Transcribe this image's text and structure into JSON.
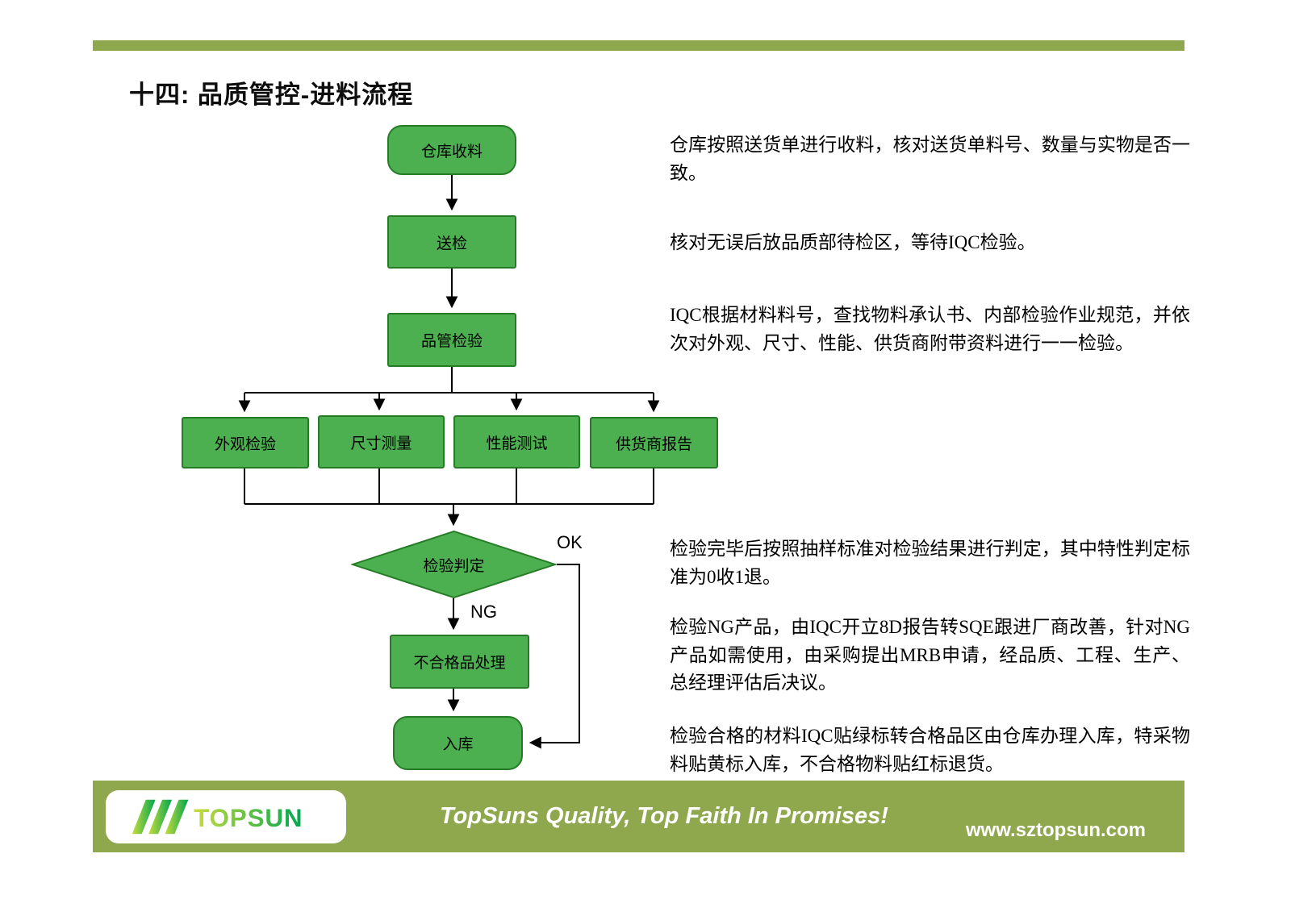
{
  "title": "十四: 品质管控-进料流程",
  "flowchart": {
    "nodes": {
      "receive": "仓库收料",
      "send": "送检",
      "inspect": "品管检验",
      "visual": "外观检验",
      "dimension": "尺寸测量",
      "performance": "性能测试",
      "supplier": "供货商报告",
      "judge": "检验判定",
      "ng_handle": "不合格品处理",
      "warehouse": "入库"
    },
    "labels": {
      "ok": "OK",
      "ng": "NG"
    }
  },
  "notes": [
    "仓库按照送货单进行收料，核对送货单料号、数量与实物是否一致。",
    "核对无误后放品质部待检区，等待IQC检验。",
    "IQC根据材料料号，查找物料承认书、内部检验作业规范，并依次对外观、尺寸、性能、供货商附带资料进行一一检验。",
    "检验完毕后按照抽样标准对检验结果进行判定，其中特性判定标准为0收1退。",
    "检验NG产品，由IQC开立8D报告转SQE跟进厂商改善，针对NG产品如需使用，由采购提出MRB申请，经品质、工程、生产、总经理评估后决议。",
    "检验合格的材料IQC贴绿标转合格品区由仓库办理入库，特采物料贴黄标入库，不合格物料贴红标退货。"
  ],
  "footer": {
    "logo_text": "TOPSUN",
    "slogan": "TopSuns Quality, Top Faith In Promises!",
    "website": "www.sztopsun.com"
  },
  "colors": {
    "accent_bar": "#8fa84e",
    "node_fill": "#4caf50",
    "node_border": "#267c26",
    "logo_gradient_start": "#c8dc3c",
    "logo_gradient_end": "#00a651"
  }
}
